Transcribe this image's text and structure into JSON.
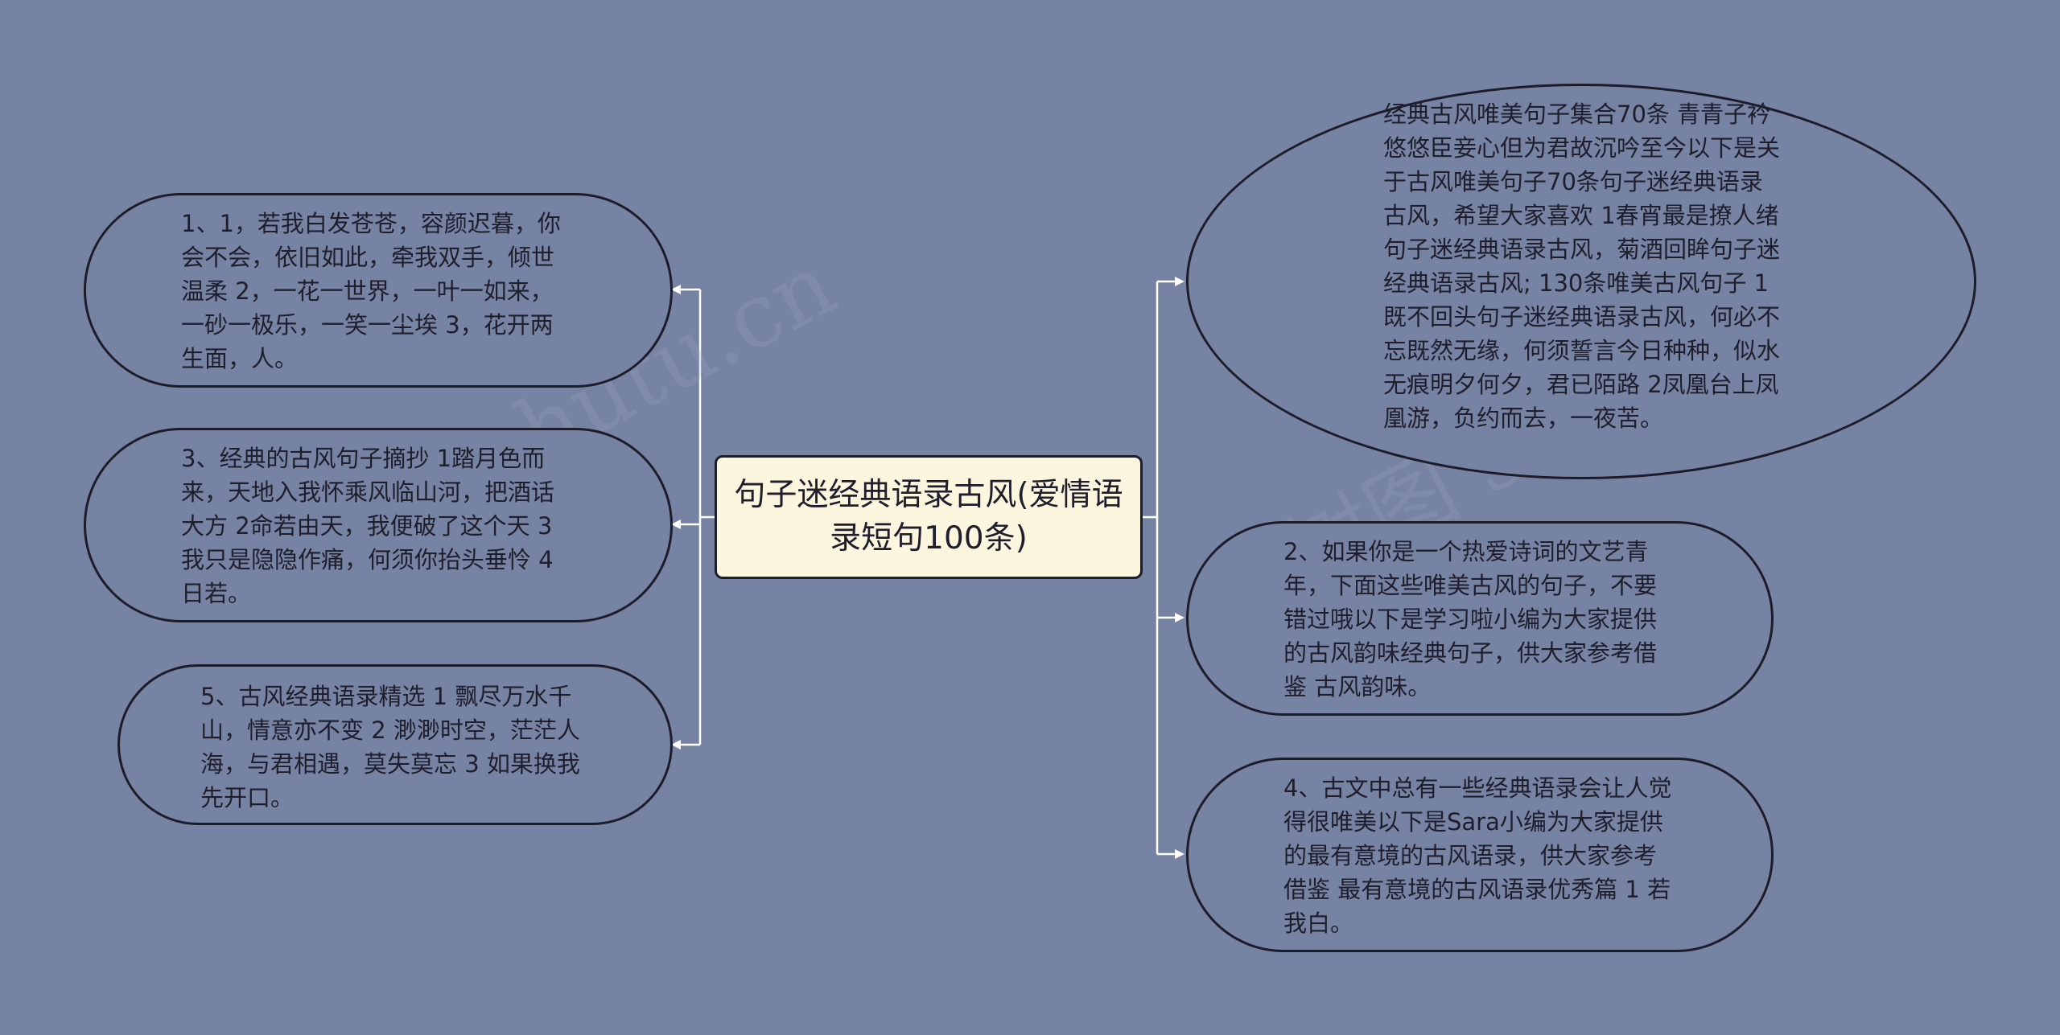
{
  "root": {
    "text": "句子迷经典语录古风(爱情语录短句100条)"
  },
  "left_nodes": [
    {
      "id": "n1",
      "text": "1、1，若我白发苍苍，容颜迟暮，你会不会，依旧如此，牵我双手，倾世温柔 2，一花一世界，一叶一如来，一砂一极乐，一笑一尘埃 3，花开两生面，人。"
    },
    {
      "id": "n3",
      "text": "3、经典的古风句子摘抄 1踏月色而来，天地入我怀乘风临山河，把酒话大方 2命若由天，我便破了这个天 3我只是隐隐作痛，何须你抬头垂怜 4日若。"
    },
    {
      "id": "n5",
      "text": "5、古风经典语录精选 1 飘尽万水千山，情意亦不变 2 渺渺时空，茫茫人海，与君相遇，莫失莫忘 3 如果换我先开口。"
    }
  ],
  "right_nodes": [
    {
      "id": "n0",
      "text": "经典古风唯美句子集合70条 青青子衿悠悠臣妾心但为君故沉吟至今以下是关于古风唯美句子70条句子迷经典语录古风，希望大家喜欢 1春宵最是撩人绪句子迷经典语录古风，菊酒回眸句子迷经典语录古风; 130条唯美古风句子 1既不回头句子迷经典语录古风，何必不忘既然无缘，何须誓言今日种种，似水无痕明夕何夕，君已陌路 2凤凰台上凤凰游，负约而去，一夜苦。"
    },
    {
      "id": "n2",
      "text": "2、如果你是一个热爱诗词的文艺青年，下面这些唯美古风的句子，不要错过哦以下是学习啦小编为大家提供的古风韵味经典句子，供大家参考借鉴 古风韵味。"
    },
    {
      "id": "n4",
      "text": "4、古文中总有一些经典语录会让人觉得很唯美以下是Sara小编为大家提供的最有意境的古风语录，供大家参考借鉴 最有意境的古风语录优秀篇 1 若我白。"
    }
  ],
  "colors": {
    "background": "#7683a3",
    "root_fill": "#fcf6de",
    "border": "#1c1c2a",
    "connector": "#ffffff"
  },
  "watermark": "树图 shutu.cn"
}
